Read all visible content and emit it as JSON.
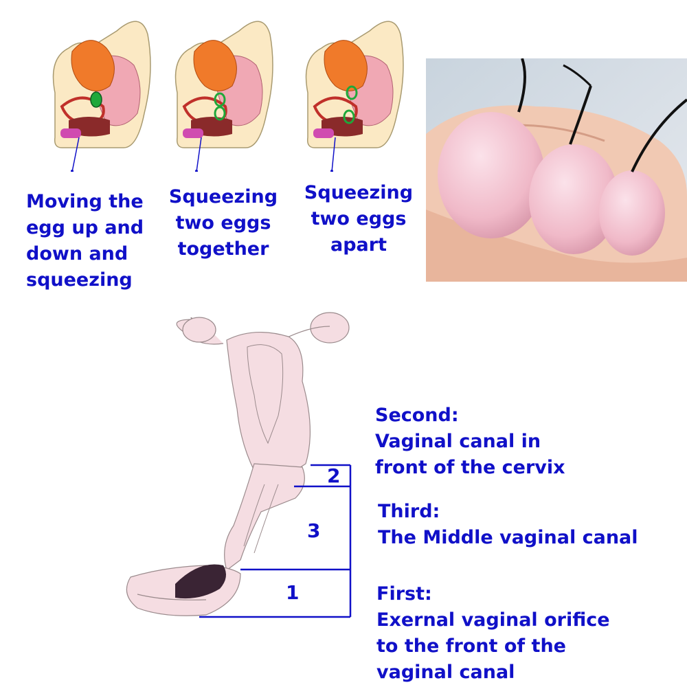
{
  "captions": {
    "moving": "Moving the\negg up and\ndown and\nsqueezing",
    "together": "Squeezing\ntwo eggs\ntogether",
    "apart": "Squeezing\ntwo eggs\napart"
  },
  "sections": {
    "second": "Second:\nVaginal canal in\nfront of the cervix",
    "third": "Third:\nThe Middle vaginal canal",
    "first": "First:\nExernal vaginal orifice\nto the front of the\nvaginal canal"
  },
  "section_numbers": {
    "one": "1",
    "two": "2",
    "three": "3"
  },
  "colors": {
    "label_blue": "#1010c8",
    "skin": "#fbe9c4",
    "uterus_orange": "#f07a2a",
    "organ_pink": "#f0a8b4",
    "egg_green": "#1fa83a",
    "anatomy_pink": "#f5dde2",
    "egg_rose": "#f3c2cf"
  }
}
